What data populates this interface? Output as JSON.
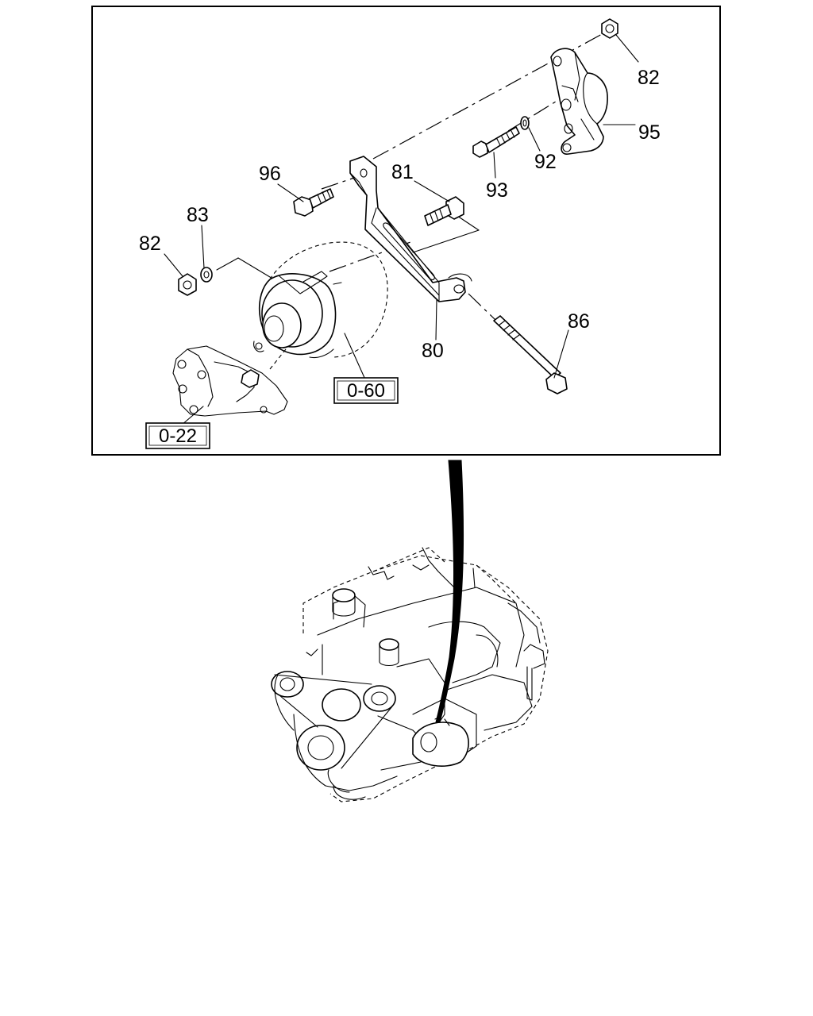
{
  "diagram": {
    "part_callouts": {
      "p82_top": "82",
      "p95": "95",
      "p92": "92",
      "p93": "93",
      "p96": "96",
      "p81": "81",
      "p83": "83",
      "p82_left": "82",
      "p80": "80",
      "p86": "86"
    },
    "reference_boxes": {
      "ref_060": "0-60",
      "ref_022": "0-22"
    }
  }
}
